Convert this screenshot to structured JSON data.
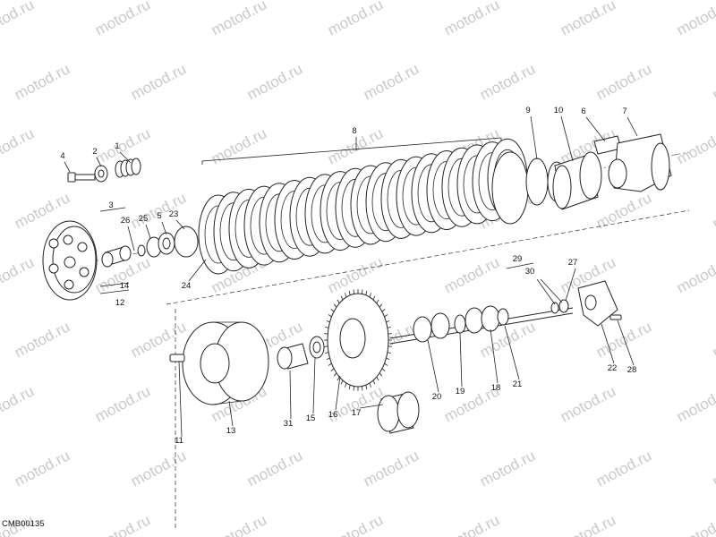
{
  "watermark_text": "motod.ru",
  "drawing_code": "CMB00135",
  "callouts": [
    {
      "id": "c1",
      "text": "1"
    },
    {
      "id": "c2",
      "text": "2"
    },
    {
      "id": "c3",
      "text": "3"
    },
    {
      "id": "c4",
      "text": "4"
    },
    {
      "id": "c5",
      "text": "5"
    },
    {
      "id": "c6",
      "text": "6"
    },
    {
      "id": "c7",
      "text": "7"
    },
    {
      "id": "c8",
      "text": "8"
    },
    {
      "id": "c9",
      "text": "9"
    },
    {
      "id": "c10",
      "text": "10"
    },
    {
      "id": "c11",
      "text": "11"
    },
    {
      "id": "c12",
      "text": "12"
    },
    {
      "id": "c13",
      "text": "13"
    },
    {
      "id": "c14",
      "text": "14"
    },
    {
      "id": "c15",
      "text": "15"
    },
    {
      "id": "c16",
      "text": "16"
    },
    {
      "id": "c17",
      "text": "17"
    },
    {
      "id": "c18",
      "text": "18"
    },
    {
      "id": "c19",
      "text": "19"
    },
    {
      "id": "c20",
      "text": "20"
    },
    {
      "id": "c21",
      "text": "21"
    },
    {
      "id": "c22",
      "text": "22"
    },
    {
      "id": "c23",
      "text": "23"
    },
    {
      "id": "c24",
      "text": "24"
    },
    {
      "id": "c25",
      "text": "25"
    },
    {
      "id": "c26",
      "text": "26"
    },
    {
      "id": "c27",
      "text": "27"
    },
    {
      "id": "c28",
      "text": "28"
    },
    {
      "id": "c29",
      "text": "29"
    },
    {
      "id": "c30",
      "text": "30"
    },
    {
      "id": "c31",
      "text": "31"
    }
  ]
}
